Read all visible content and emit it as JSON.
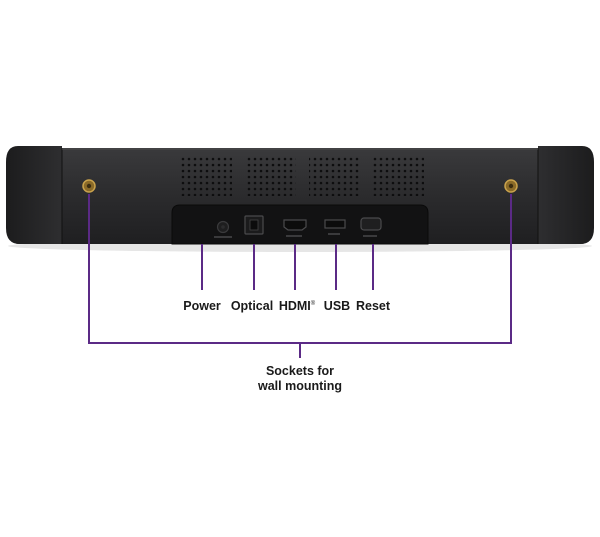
{
  "colors": {
    "callout_line": "#5b2a86",
    "device_body": "#2a2a2c",
    "device_dark": "#161617",
    "port_panel": "#111112",
    "screw": "#b08a3a"
  },
  "port_labels": {
    "power": "Power",
    "optical": "Optical",
    "hdmi": "HDMI",
    "hdmi_mark": "®",
    "usb": "USB",
    "reset": "Reset"
  },
  "mounting_label": {
    "line1": "Sockets for",
    "line2": "wall mounting"
  },
  "icons": [
    "power-icon",
    "optical-port-icon",
    "hdmi-port-icon",
    "usb-port-icon",
    "reset-button-icon",
    "mounting-screw-icon"
  ]
}
